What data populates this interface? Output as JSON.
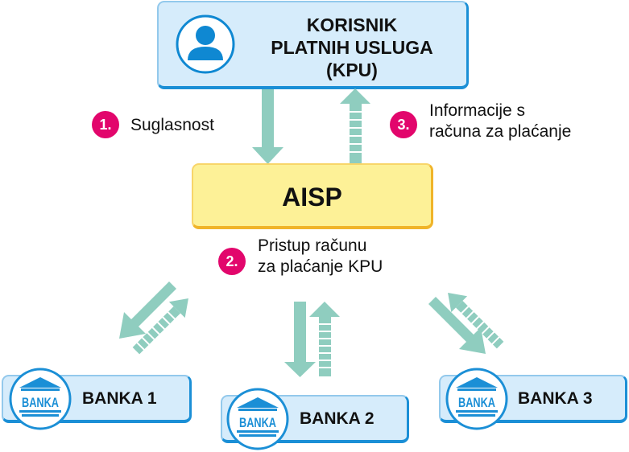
{
  "colors": {
    "arrow": "#8fcdbf",
    "badge": "#e2066c",
    "icon_blue": "#0f88d2",
    "kpu_box": "#d6ecfb",
    "aisp_box": "#fdf197"
  },
  "kpu": {
    "icon": "user-icon",
    "title_line1": "KORISNIK",
    "title_line2": "PLATNIH USLUGA",
    "title_line3": "(KPU)"
  },
  "aisp": {
    "title": "AISP"
  },
  "steps": [
    {
      "number": "1.",
      "line1": "Suglasnost",
      "line2": ""
    },
    {
      "number": "2.",
      "line1": "Pristup računu",
      "line2": "za plaćanje KPU"
    },
    {
      "number": "3.",
      "line1": "Informacije s",
      "line2": "računa za plaćanje"
    }
  ],
  "banks": [
    {
      "icon": "bank-icon",
      "icon_text": "BANKA",
      "label": "BANKA 1"
    },
    {
      "icon": "bank-icon",
      "icon_text": "BANKA",
      "label": "BANKA 2"
    },
    {
      "icon": "bank-icon",
      "icon_text": "BANKA",
      "label": "BANKA 3"
    }
  ]
}
